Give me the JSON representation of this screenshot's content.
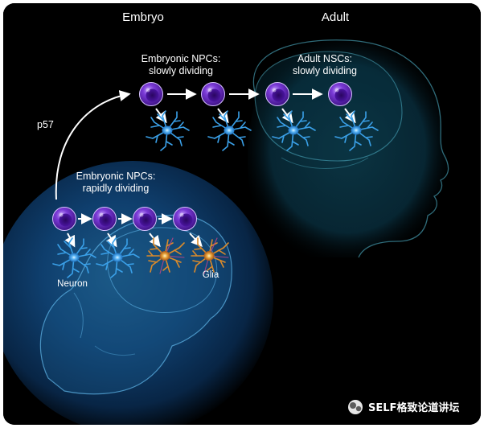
{
  "labels": {
    "embryo": "Embryo",
    "adult": "Adult",
    "upper_left_line1": "Embryonic NPCs:",
    "upper_left_line2": "slowly dividing",
    "upper_right_line1": "Adult NSCs:",
    "upper_right_line2": "slowly dividing",
    "lower_line1": "Embryonic NPCs:",
    "lower_line2": "rapidly dividing",
    "p57": "p57",
    "neuron": "Neuron",
    "glia": "Glia"
  },
  "watermark": {
    "text": "SELF格致论道讲坛",
    "icon": "wechat-logo-icon"
  },
  "colors": {
    "background": "#000000",
    "cell_purple": "#6a2bbd",
    "neuron_blue": "#3aa0e8",
    "glia_orange": "#d98a2b",
    "head_glow": "#2a8fb8"
  }
}
